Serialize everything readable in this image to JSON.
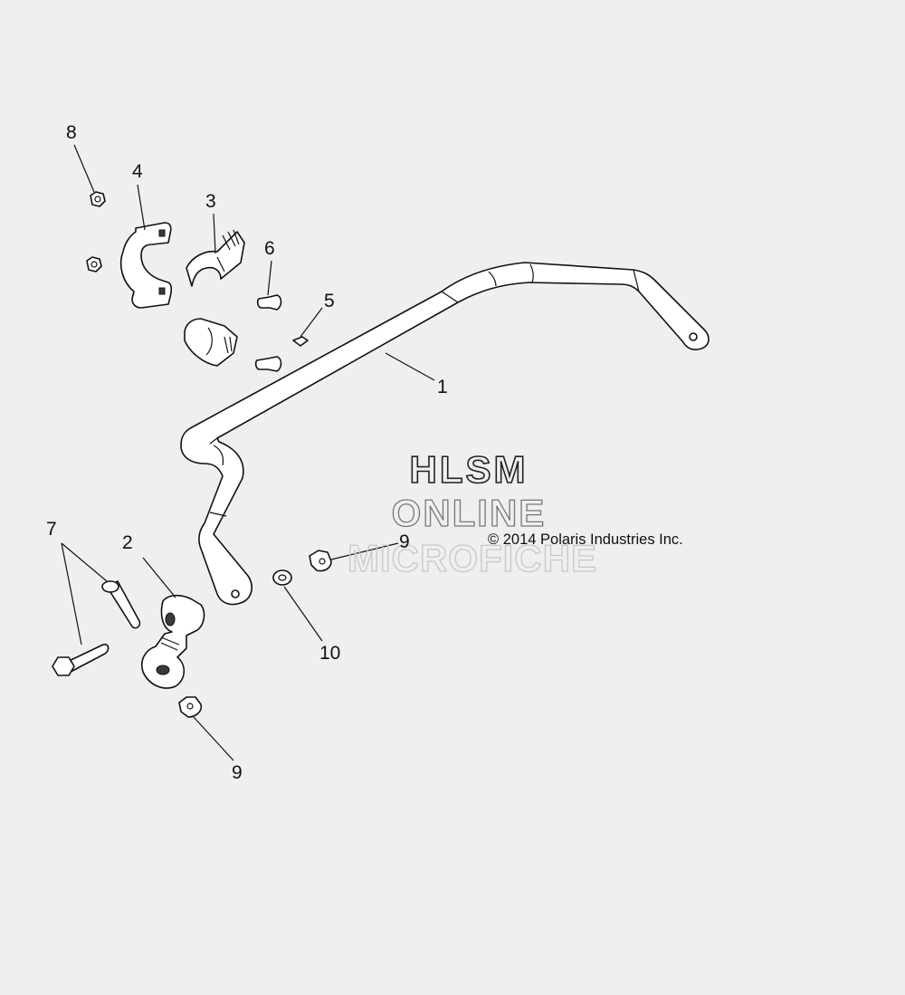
{
  "diagram": {
    "copyright": "© 2014 Polaris Industries Inc.",
    "watermark": {
      "line1": "HLSM",
      "line2": "ONLINE",
      "line3": "MICROFICHE"
    },
    "callouts": [
      {
        "id": "1",
        "label": "1"
      },
      {
        "id": "2",
        "label": "2"
      },
      {
        "id": "3",
        "label": "3"
      },
      {
        "id": "4",
        "label": "4"
      },
      {
        "id": "5",
        "label": "5"
      },
      {
        "id": "6",
        "label": "6"
      },
      {
        "id": "7",
        "label": "7"
      },
      {
        "id": "8",
        "label": "8"
      },
      {
        "id": "9a",
        "label": "9"
      },
      {
        "id": "9b",
        "label": "9"
      },
      {
        "id": "10",
        "label": "10"
      }
    ]
  },
  "colors": {
    "background": "#efefef",
    "line": "#111111",
    "fill": "#ffffff"
  }
}
